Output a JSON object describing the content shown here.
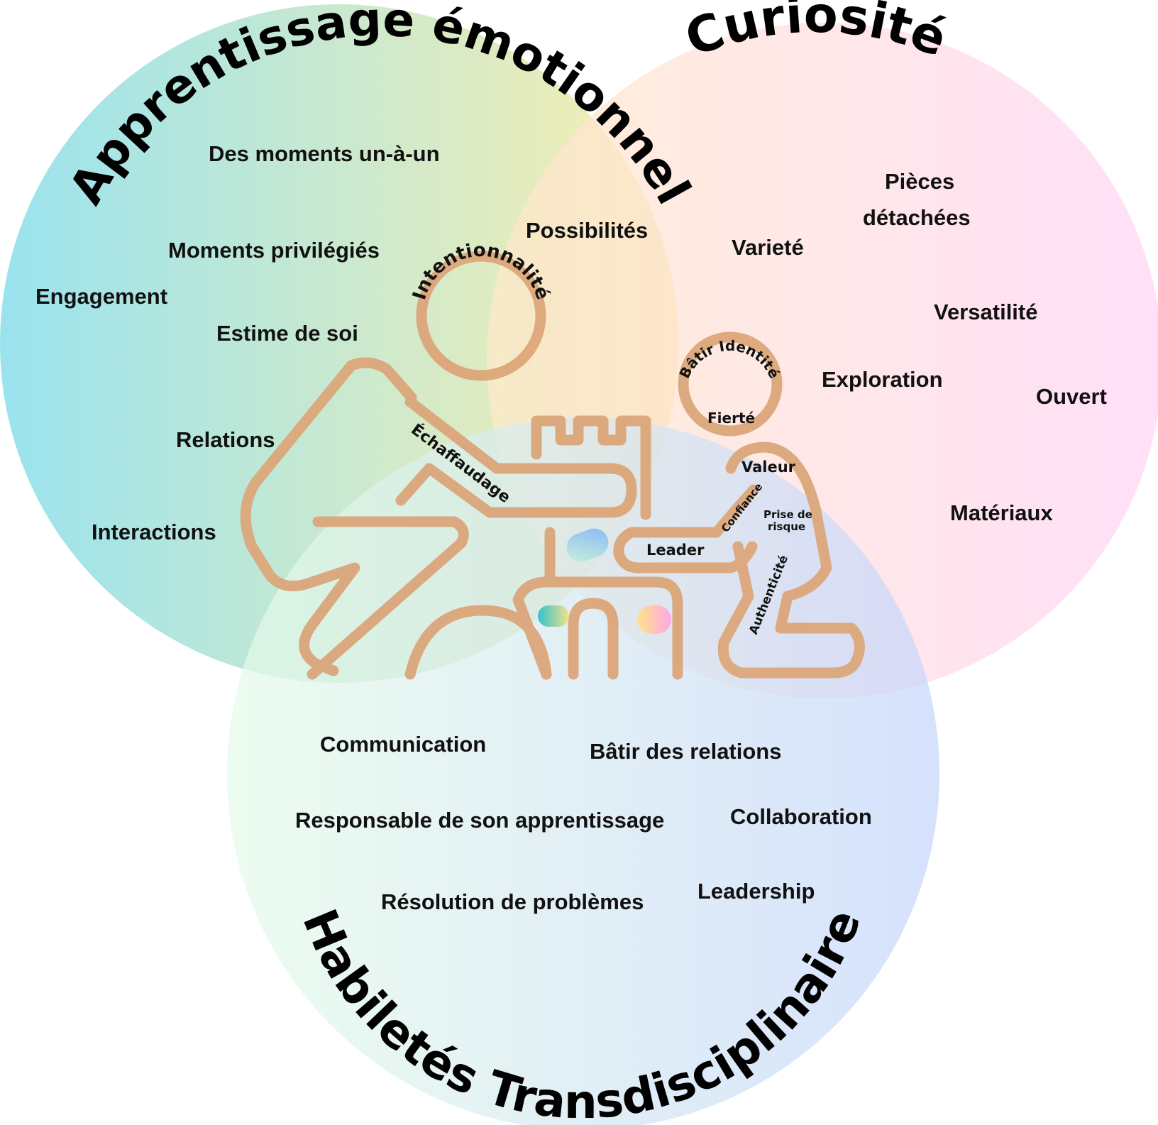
{
  "circles": {
    "emotional": {
      "title": "Apprentissage émotionnel",
      "color_from": "#7ddbea",
      "color_to": "#f7ea9a"
    },
    "curiosity": {
      "title": "Curiosité",
      "color_from": "#ffe9c9",
      "color_to": "#ffd3f5"
    },
    "skills": {
      "title": "Habiletés Transdisciplinaire",
      "color_from": "#e5fbe9",
      "color_to": "#c6d6fb"
    }
  },
  "emotional_labels": [
    "Des moments un-à-un",
    "Moments privilégiés",
    "Engagement",
    "Estime de soi",
    "Relations",
    "Interactions"
  ],
  "curiosity_labels": [
    "Pièces",
    "détachées",
    "Varieté",
    "Versatilité",
    "Exploration",
    "Ouvert",
    "Matériaux"
  ],
  "skills_labels": [
    "Communication",
    "Bâtir des relations",
    "Responsable de son apprentissage",
    "Collaboration",
    "Résolution de problèmes",
    "Leadership"
  ],
  "overlap_labels": {
    "possibilites": "Possibilités"
  },
  "figure": {
    "stroke_color": "#dca67a",
    "adult_head": "Intentionnalité",
    "adult_arm": "Échaffaudage",
    "child_head_arc": "Bâtir Identité",
    "child_head_inner": "Fierté",
    "child_shoulder": "Valeur",
    "child_arm_upper": "Confiance",
    "risk_line1": "Prise de",
    "risk_line2": "risque",
    "child_hand": "Leader",
    "child_leg": "Authenticité"
  }
}
